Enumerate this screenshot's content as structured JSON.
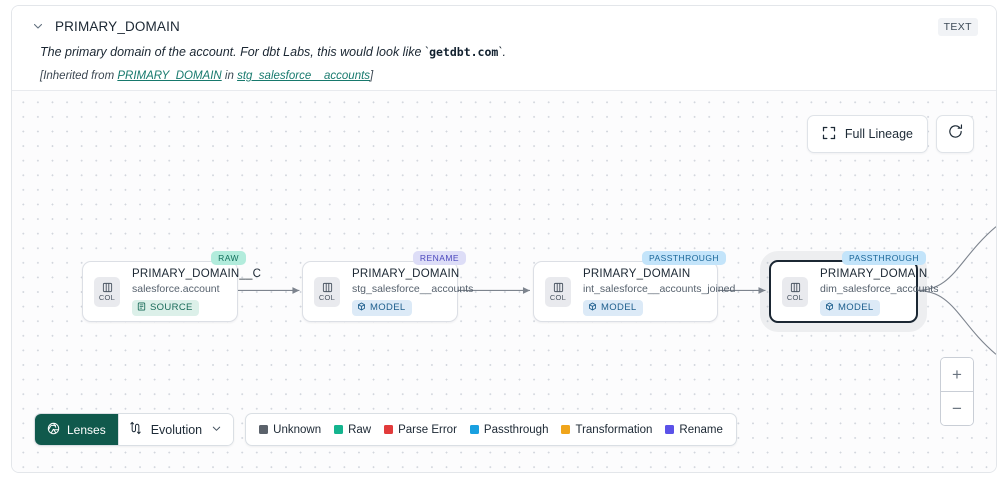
{
  "header": {
    "chevron_icon": "chevron-down-icon",
    "title": "PRIMARY_DOMAIN",
    "type_badge": "TEXT",
    "description_prefix": "The primary domain of the account. For dbt Labs, this would look like `",
    "description_code": "getdbt.com",
    "description_suffix": "`.",
    "inherited_open": "[Inherited from ",
    "inherited_link1": "PRIMARY_DOMAIN",
    "inherited_mid": " in ",
    "inherited_link2": "stg_salesforce__accounts",
    "inherited_close": "]"
  },
  "toolbar": {
    "full_lineage_label": "Full Lineage",
    "full_lineage_icon": "expand-icon",
    "refresh_icon": "refresh-icon"
  },
  "graph": {
    "nodes": [
      {
        "badge": "RAW",
        "badge_class": "b-raw",
        "chip_label": "COL",
        "title": "PRIMARY_DOMAIN__C",
        "subtitle": "salesforce.account",
        "tag": "SOURCE",
        "tag_class": "tag-source",
        "tag_icon": "database-icon",
        "selected": false
      },
      {
        "badge": "RENAME",
        "badge_class": "b-rename",
        "chip_label": "COL",
        "title": "PRIMARY_DOMAIN",
        "subtitle": "stg_salesforce__accounts",
        "tag": "MODEL",
        "tag_class": "tag-model",
        "tag_icon": "cube-icon",
        "selected": false
      },
      {
        "badge": "PASSTHROUGH",
        "badge_class": "b-pass",
        "chip_label": "COL",
        "title": "PRIMARY_DOMAIN",
        "subtitle": "int_salesforce__accounts_joined",
        "tag": "MODEL",
        "tag_class": "tag-model",
        "tag_icon": "cube-icon",
        "selected": false
      },
      {
        "badge": "PASSTHROUGH",
        "badge_class": "b-pass",
        "chip_label": "COL",
        "title": "PRIMARY_DOMAIN",
        "subtitle": "dim_salesforce_accounts",
        "tag": "MODEL",
        "tag_class": "tag-model",
        "tag_icon": "cube-icon",
        "selected": true
      }
    ]
  },
  "zoom_controls": {
    "zoom_in": "+",
    "zoom_out": "−"
  },
  "bottom": {
    "lenses_label": "Lenses",
    "lenses_icon": "aperture-icon",
    "evolution_label": "Evolution",
    "evolution_icon": "evolution-icon",
    "evolution_caret": "chevron-down-icon",
    "legend": [
      {
        "label": "Unknown",
        "color": "#5b626b"
      },
      {
        "label": "Raw",
        "color": "#14b48e"
      },
      {
        "label": "Parse Error",
        "color": "#e23b3b"
      },
      {
        "label": "Passthrough",
        "color": "#19a0e0"
      },
      {
        "label": "Transformation",
        "color": "#f0a51b"
      },
      {
        "label": "Rename",
        "color": "#5b52e8"
      }
    ]
  }
}
